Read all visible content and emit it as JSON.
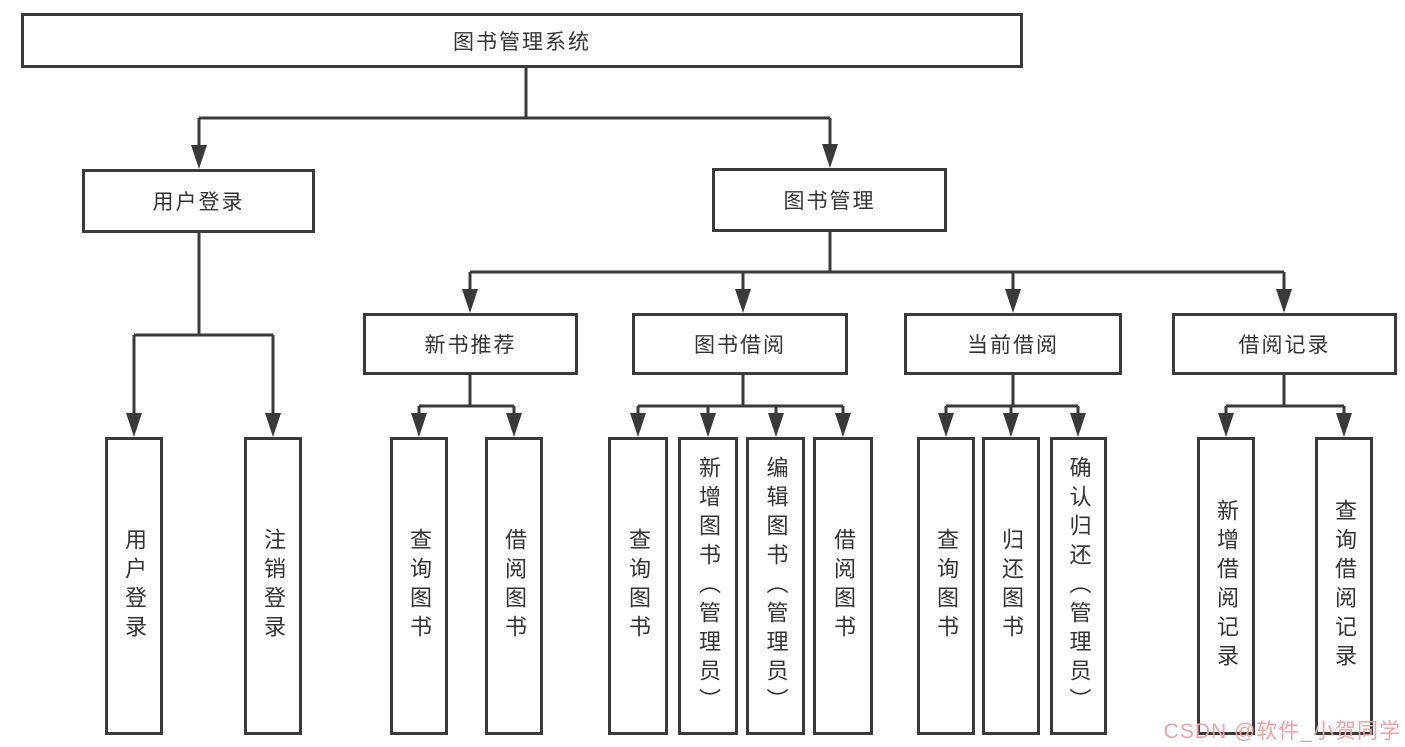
{
  "diagram_title": "图书管理系统",
  "nodes": {
    "root": {
      "label": "图书管理系统"
    },
    "user_login": {
      "label": "用户登录",
      "children": [
        "用户登录",
        "注销登录"
      ]
    },
    "book_mgmt": {
      "label": "图书管理"
    },
    "new_book": {
      "label": "新书推荐",
      "children": [
        "查询图书",
        "借阅图书"
      ]
    },
    "book_borrow": {
      "label": "图书借阅",
      "children": [
        "查询图书",
        "新增图书（管理员）",
        "编辑图书（管理员）",
        "借阅图书"
      ]
    },
    "current_borrow": {
      "label": "当前借阅",
      "children": [
        "查询图书",
        "归还图书",
        "确认归还（管理员）"
      ]
    },
    "borrow_record": {
      "label": "借阅记录",
      "children": [
        "新增借阅记录",
        "查询借阅记录"
      ]
    }
  },
  "watermark": {
    "text": "CSDN @软件_小贺同学",
    "color": "#f2a0a0"
  },
  "colors": {
    "line": "#3a3a3a",
    "box_border": "#3a3a3a",
    "box_background": "#ffffff",
    "text": "#333333"
  }
}
